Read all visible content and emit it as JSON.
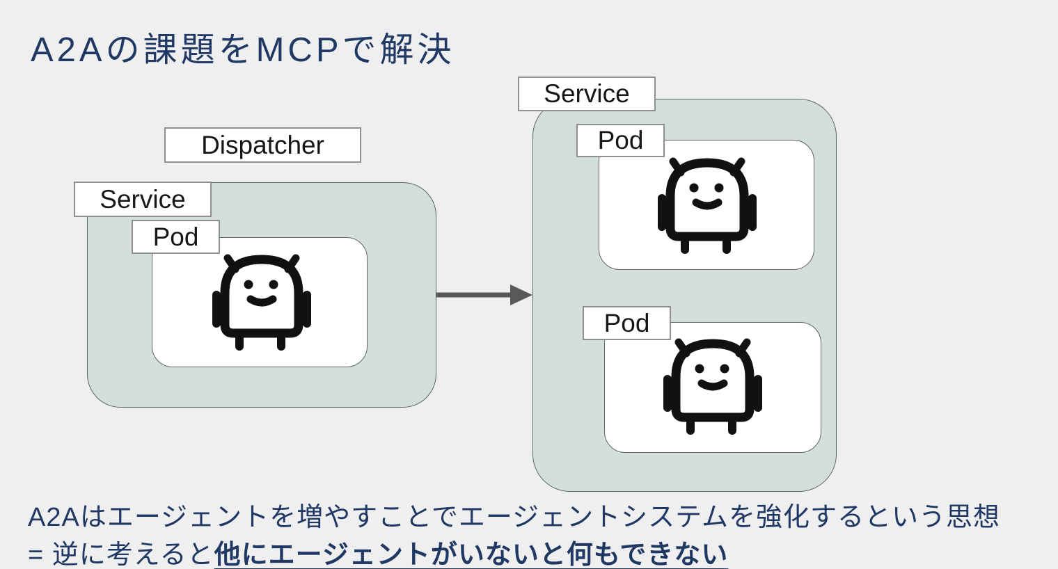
{
  "title": "A2Aの課題をMCPで解決",
  "diagram": {
    "dispatcher_label": "Dispatcher",
    "left_service": {
      "label": "Service",
      "pod": {
        "label": "Pod"
      }
    },
    "right_service": {
      "label": "Service",
      "pods": [
        {
          "label": "Pod"
        },
        {
          "label": "Pod"
        }
      ]
    },
    "arrow": {
      "direction": "left-service-to-right-service"
    }
  },
  "footer": {
    "line1": "A2Aはエージェントを増やすことでエージェントシステムを強化するという思想",
    "line2_prefix": "= 逆に考えると",
    "line2_emphasis": "他にエージェントがいないと何もできない"
  },
  "colors": {
    "background": "#efefef",
    "service_fill": "#d3dfdd",
    "pod_fill": "#ffffff",
    "heading_text": "#1f3864",
    "label_text": "#161616",
    "robot": "#111111",
    "arrow": "#595959"
  },
  "icons": {
    "robot": "robot-icon",
    "arrow": "right-arrow-icon"
  }
}
